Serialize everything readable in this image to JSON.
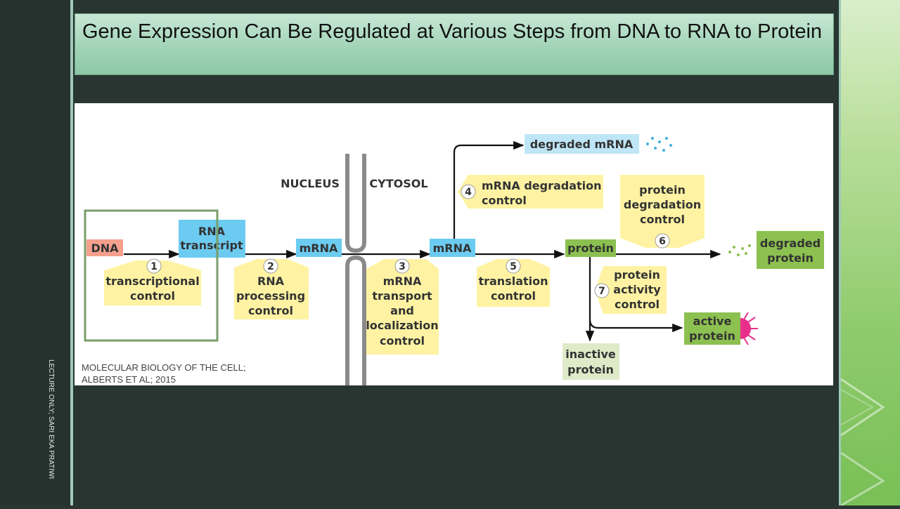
{
  "slide": {
    "title": "Gene Expression Can Be Regulated at Various Steps from DNA to RNA to Protein",
    "side_note": "LECTURE ONLY; SARI EKA PRATIWI",
    "citation_line1": "MOLECULAR BIOLOGY OF THE CELL;",
    "citation_line2": "ALBERTS ET AL; 2015",
    "colors": {
      "background": "#283530",
      "title_bar": "#a2d4b7",
      "highlight_box": "#7a9e6a"
    }
  },
  "diagram": {
    "compartments": {
      "nucleus": "NUCLEUS",
      "cytosol": "CYTOSOL"
    },
    "molecules": {
      "dna": "DNA",
      "rna_transcript_l1": "RNA",
      "rna_transcript_l2": "transcript",
      "mrna_nuclear": "mRNA",
      "mrna_cytosol": "mRNA",
      "degraded_mrna": "degraded mRNA",
      "protein": "protein",
      "degraded_protein_l1": "degraded",
      "degraded_protein_l2": "protein",
      "active_protein_l1": "active",
      "active_protein_l2": "protein",
      "inactive_protein_l1": "inactive",
      "inactive_protein_l2": "protein"
    },
    "steps": [
      {
        "number": "1",
        "lines": [
          "transcriptional",
          "control"
        ]
      },
      {
        "number": "2",
        "lines": [
          "RNA",
          "processing",
          "control"
        ]
      },
      {
        "number": "3",
        "lines": [
          "mRNA",
          "transport",
          "and",
          "localization",
          "control"
        ]
      },
      {
        "number": "4",
        "lines": [
          "mRNA degradation",
          "control"
        ]
      },
      {
        "number": "5",
        "lines": [
          "translation",
          "control"
        ]
      },
      {
        "number": "6",
        "lines": [
          "protein",
          "degradation",
          "control"
        ]
      },
      {
        "number": "7",
        "lines": [
          "protein",
          "activity",
          "control"
        ]
      }
    ],
    "colors": {
      "control_box": "#fff3a3",
      "rna_box": "#6ccbf0",
      "dna_box": "#f4a08d",
      "protein_box": "#8cc050",
      "inactive_box": "#dfeac9"
    }
  }
}
